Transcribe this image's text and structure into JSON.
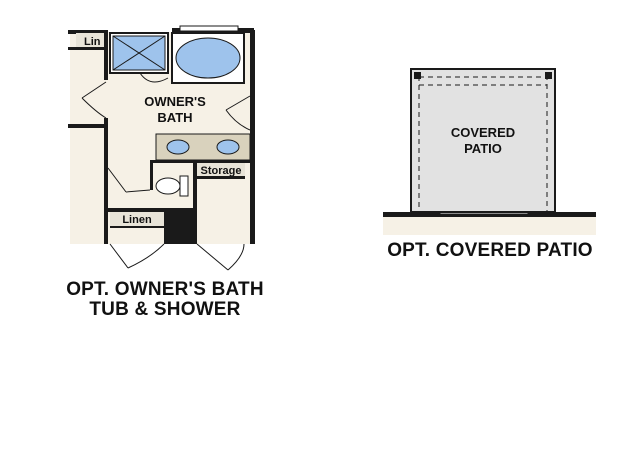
{
  "bath_plan": {
    "room_label_line1": "OWNER'S",
    "room_label_line2": "BATH",
    "lin_label": "Lin",
    "storage_label": "Storage",
    "linen_label": "Linen",
    "caption_line1": "OPT. OWNER'S BATH",
    "caption_line2": "TUB & SHOWER"
  },
  "patio_plan": {
    "room_label_line1": "COVERED",
    "room_label_line2": "PATIO",
    "caption": "OPT. COVERED PATIO"
  },
  "colors": {
    "floor_cream": "#f6f1e6",
    "wall_dark": "#1a1a1a",
    "fixture_blue": "#9ec3ec",
    "counter_tan": "#d9d2bd",
    "patio_gray": "#e2e2e2",
    "label_tab": "#e8e4d8"
  }
}
